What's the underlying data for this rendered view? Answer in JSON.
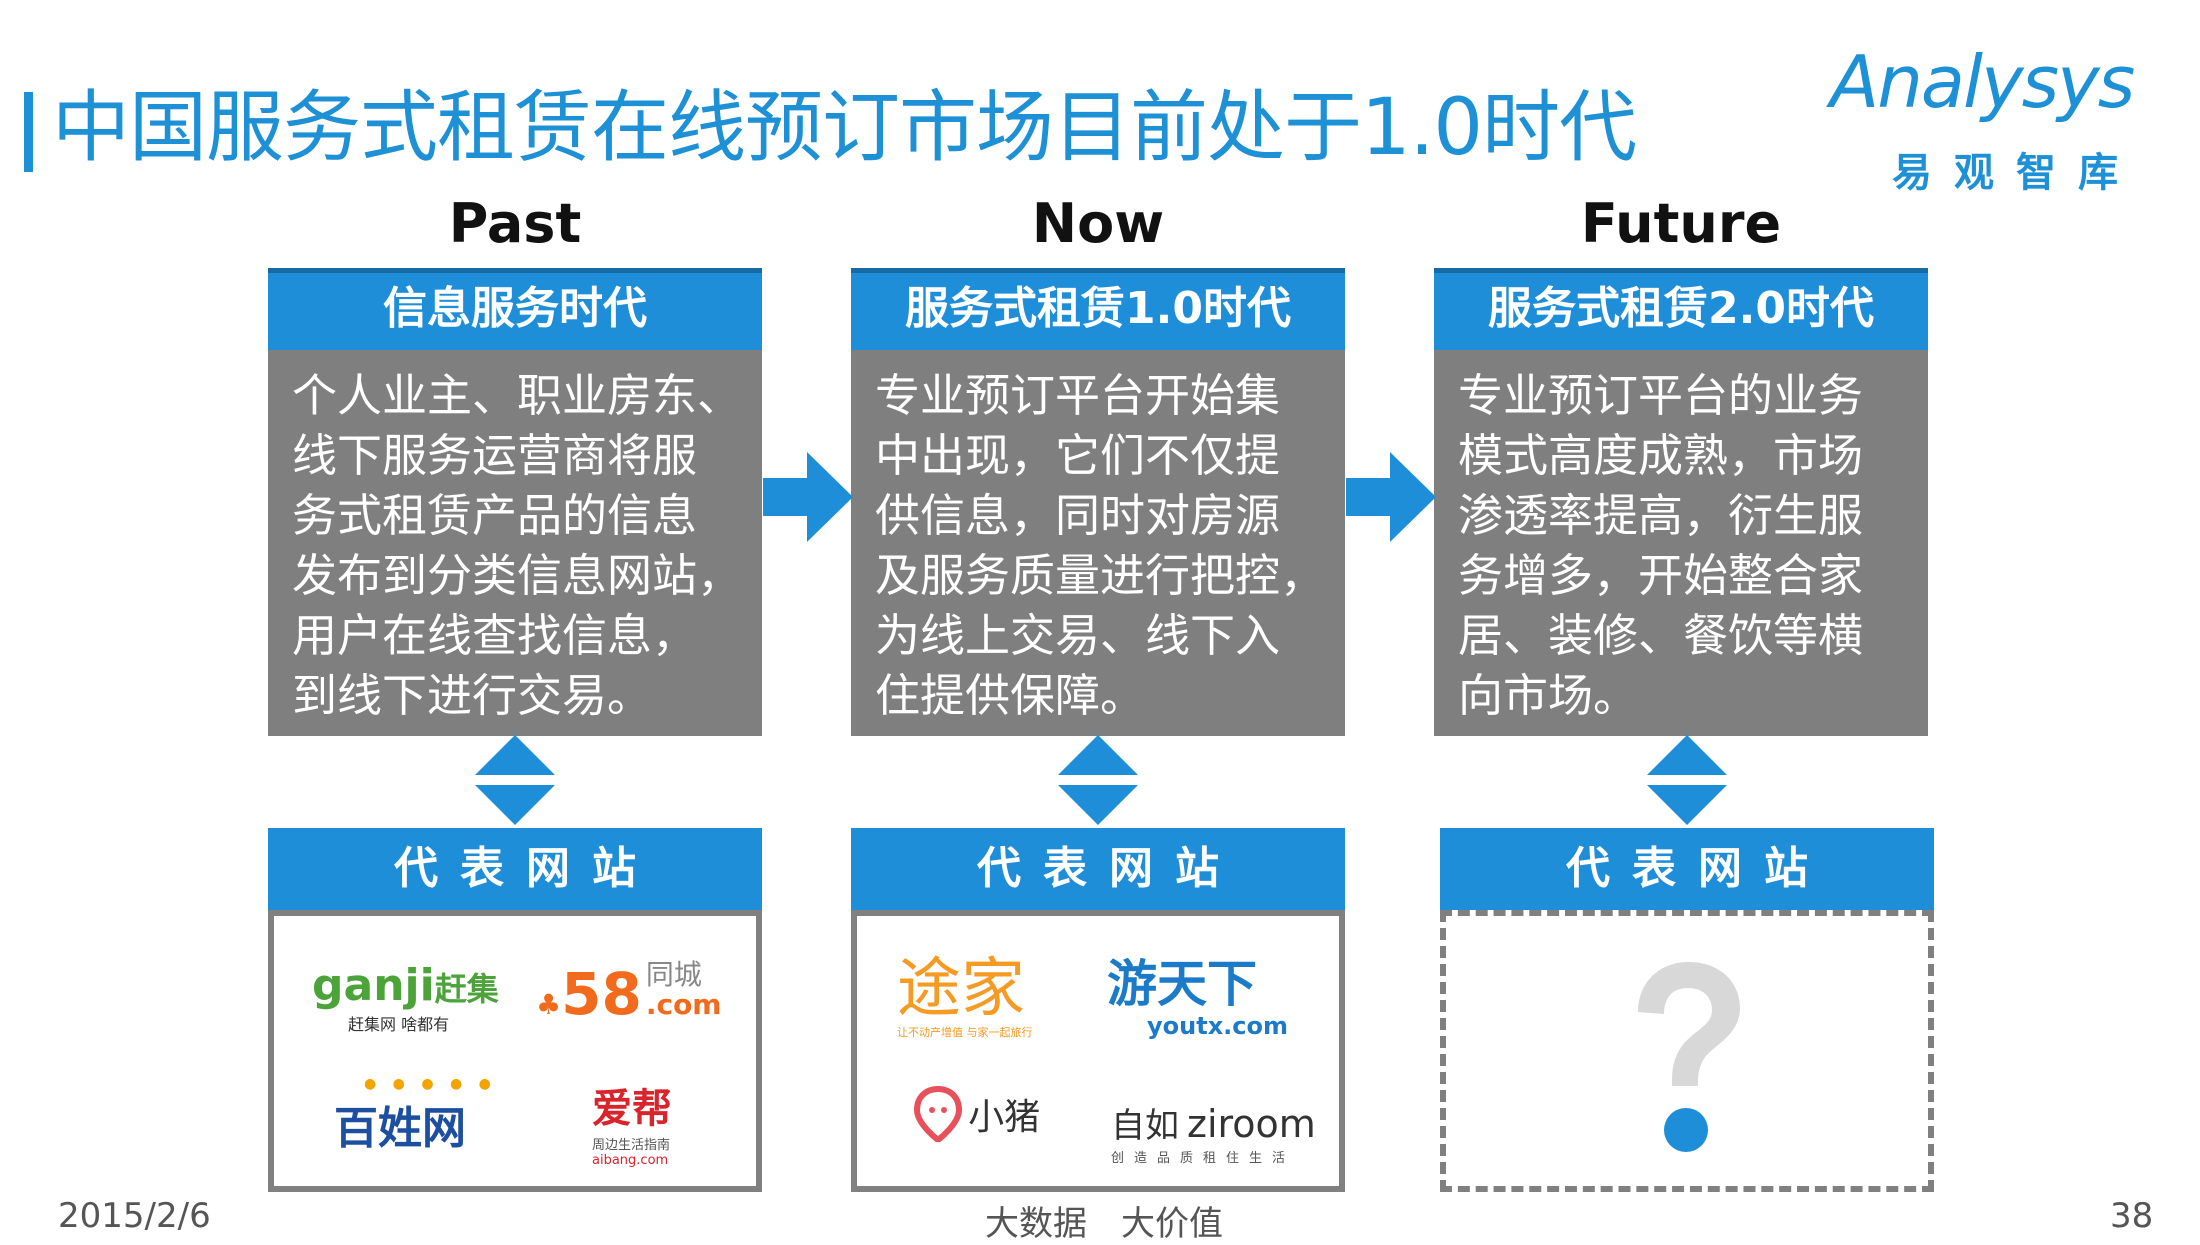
{
  "slide": {
    "title": "中国服务式租赁在线预订市场目前处于1.0时代",
    "brand": {
      "word": "Analysys",
      "sub": "易观智库"
    }
  },
  "columns": [
    {
      "era": "Past",
      "header": "信息服务时代",
      "lines": [
        "个人业主、职业房东、",
        "线下服务运营商将服",
        "务式租赁产品的信息",
        "发布到分类信息网站，",
        "用户在线查找信息，",
        "到线下进行交易。"
      ],
      "sites_header": "代表网站"
    },
    {
      "era": "Now",
      "header": "服务式租赁1.0时代",
      "lines": [
        "专业预订平台开始集",
        "中出现，它们不仅提",
        "供信息，同时对房源",
        "及服务质量进行把控，",
        "为线上交易、线下入",
        "住提供保障。"
      ],
      "sites_header": "代表网站"
    },
    {
      "era": "Future",
      "header": "服务式租赁2.0时代",
      "lines": [
        "专业预订平台的业务",
        "模式高度成熟，市场",
        "渗透率提高，衍生服",
        "务增多，开始整合家",
        "居、装修、餐饮等横",
        "向市场。"
      ],
      "sites_header": "代表网站"
    }
  ],
  "logos": {
    "ganji": {
      "main": "ganji",
      "cn": "赶集",
      "tag": "赶集网 啥都有"
    },
    "wuba": {
      "num": "58",
      "cn": "同城",
      "com": ".com"
    },
    "baixing": {
      "name": "百姓网"
    },
    "aibang": {
      "name": "爱帮",
      "tag": "周边生活指南",
      "url": "aibang.com"
    },
    "tujia": {
      "name": "途家",
      "tag": "让不动产增值 与家一起旅行"
    },
    "youtx": {
      "cn": "游天下",
      "url": "youtx.com"
    },
    "xiaozhu": {
      "name": "小猪"
    },
    "ziroom": {
      "cn": "自如",
      "en": "ziroom",
      "tag": "创造品质租住生活"
    },
    "future": {
      "symbol": "?"
    }
  },
  "footer": {
    "date": "2015/2/6",
    "slogan": "大数据　大价值",
    "page": "38"
  },
  "colors": {
    "accent": "#1E90D6",
    "header_blue": "#1F8ED8",
    "body_gray": "#7F7F7F",
    "border_gray": "#808080"
  }
}
